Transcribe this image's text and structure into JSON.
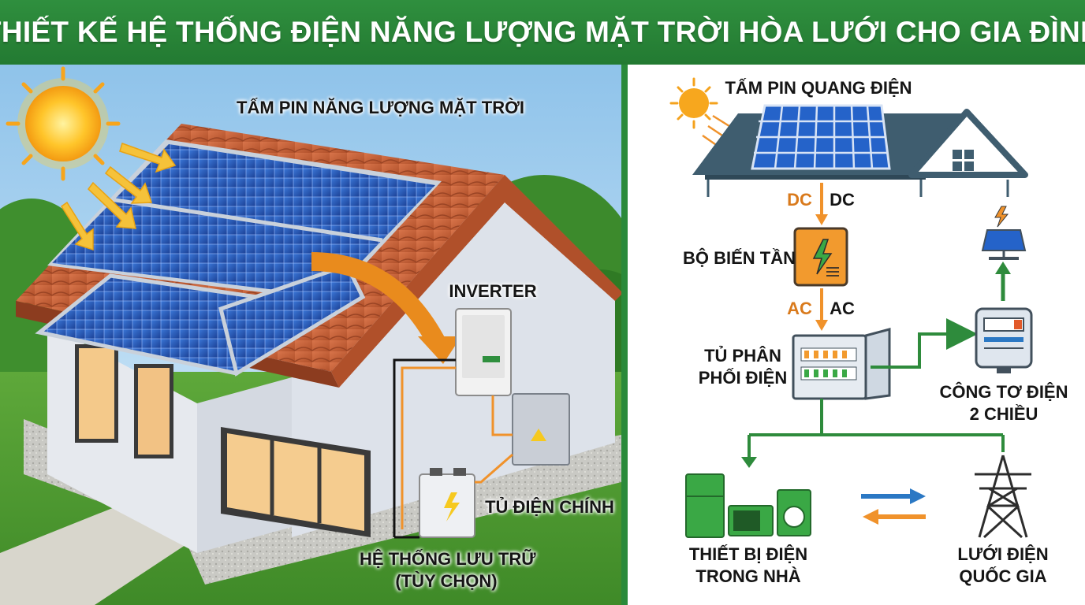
{
  "title": "THIẾT KẾ HỆ THỐNG ĐIỆN NĂNG LƯỢNG MẶT TRỜI HÒA LƯỚI CHO GIA ĐÌNH",
  "left_panel": {
    "labels": {
      "solar_panels": "TẤM PIN NĂNG LƯỢNG MẶT TRỜI",
      "inverter": "INVERTER",
      "main_cabinet": "TỦ ĐIỆN CHÍNH",
      "storage_line1": "HỆ THỐNG LƯU TRỮ",
      "storage_line2": "(TÙY CHỌN)"
    }
  },
  "right_panel": {
    "labels": {
      "pv_panel": "TẤM PIN QUANG ĐIỆN",
      "dc_left": "DC",
      "dc_right": "DC",
      "inverter": "BỘ BIẾN TẦN",
      "ac_left": "AC",
      "ac_right": "AC",
      "distribution_line1": "TỦ PHÂN",
      "distribution_line2": "PHỐI ĐIỆN",
      "meter_line1": "CÔNG TƠ ĐIỆN",
      "meter_line2": "2 CHIỀU",
      "appliances_line1": "THIẾT BỊ ĐIỆN",
      "appliances_line2": "TRONG NHÀ",
      "grid_line1": "LƯỚI ĐIỆN",
      "grid_line2": "QUỐC GIA"
    }
  },
  "colors": {
    "banner_green": "#2a8a3a",
    "flow_green": "#2e8b3c",
    "accent_orange": "#f0922b",
    "panel_blue": "#2563c9",
    "roof_tile": "#c8643a",
    "arrow_blue": "#2b78c4"
  },
  "icons": [
    "sun-icon",
    "solar-panel-icon",
    "inverter-icon",
    "distribution-board-icon",
    "bidirectional-meter-icon",
    "appliances-icon",
    "power-tower-icon",
    "house-icon",
    "battery-icon"
  ]
}
